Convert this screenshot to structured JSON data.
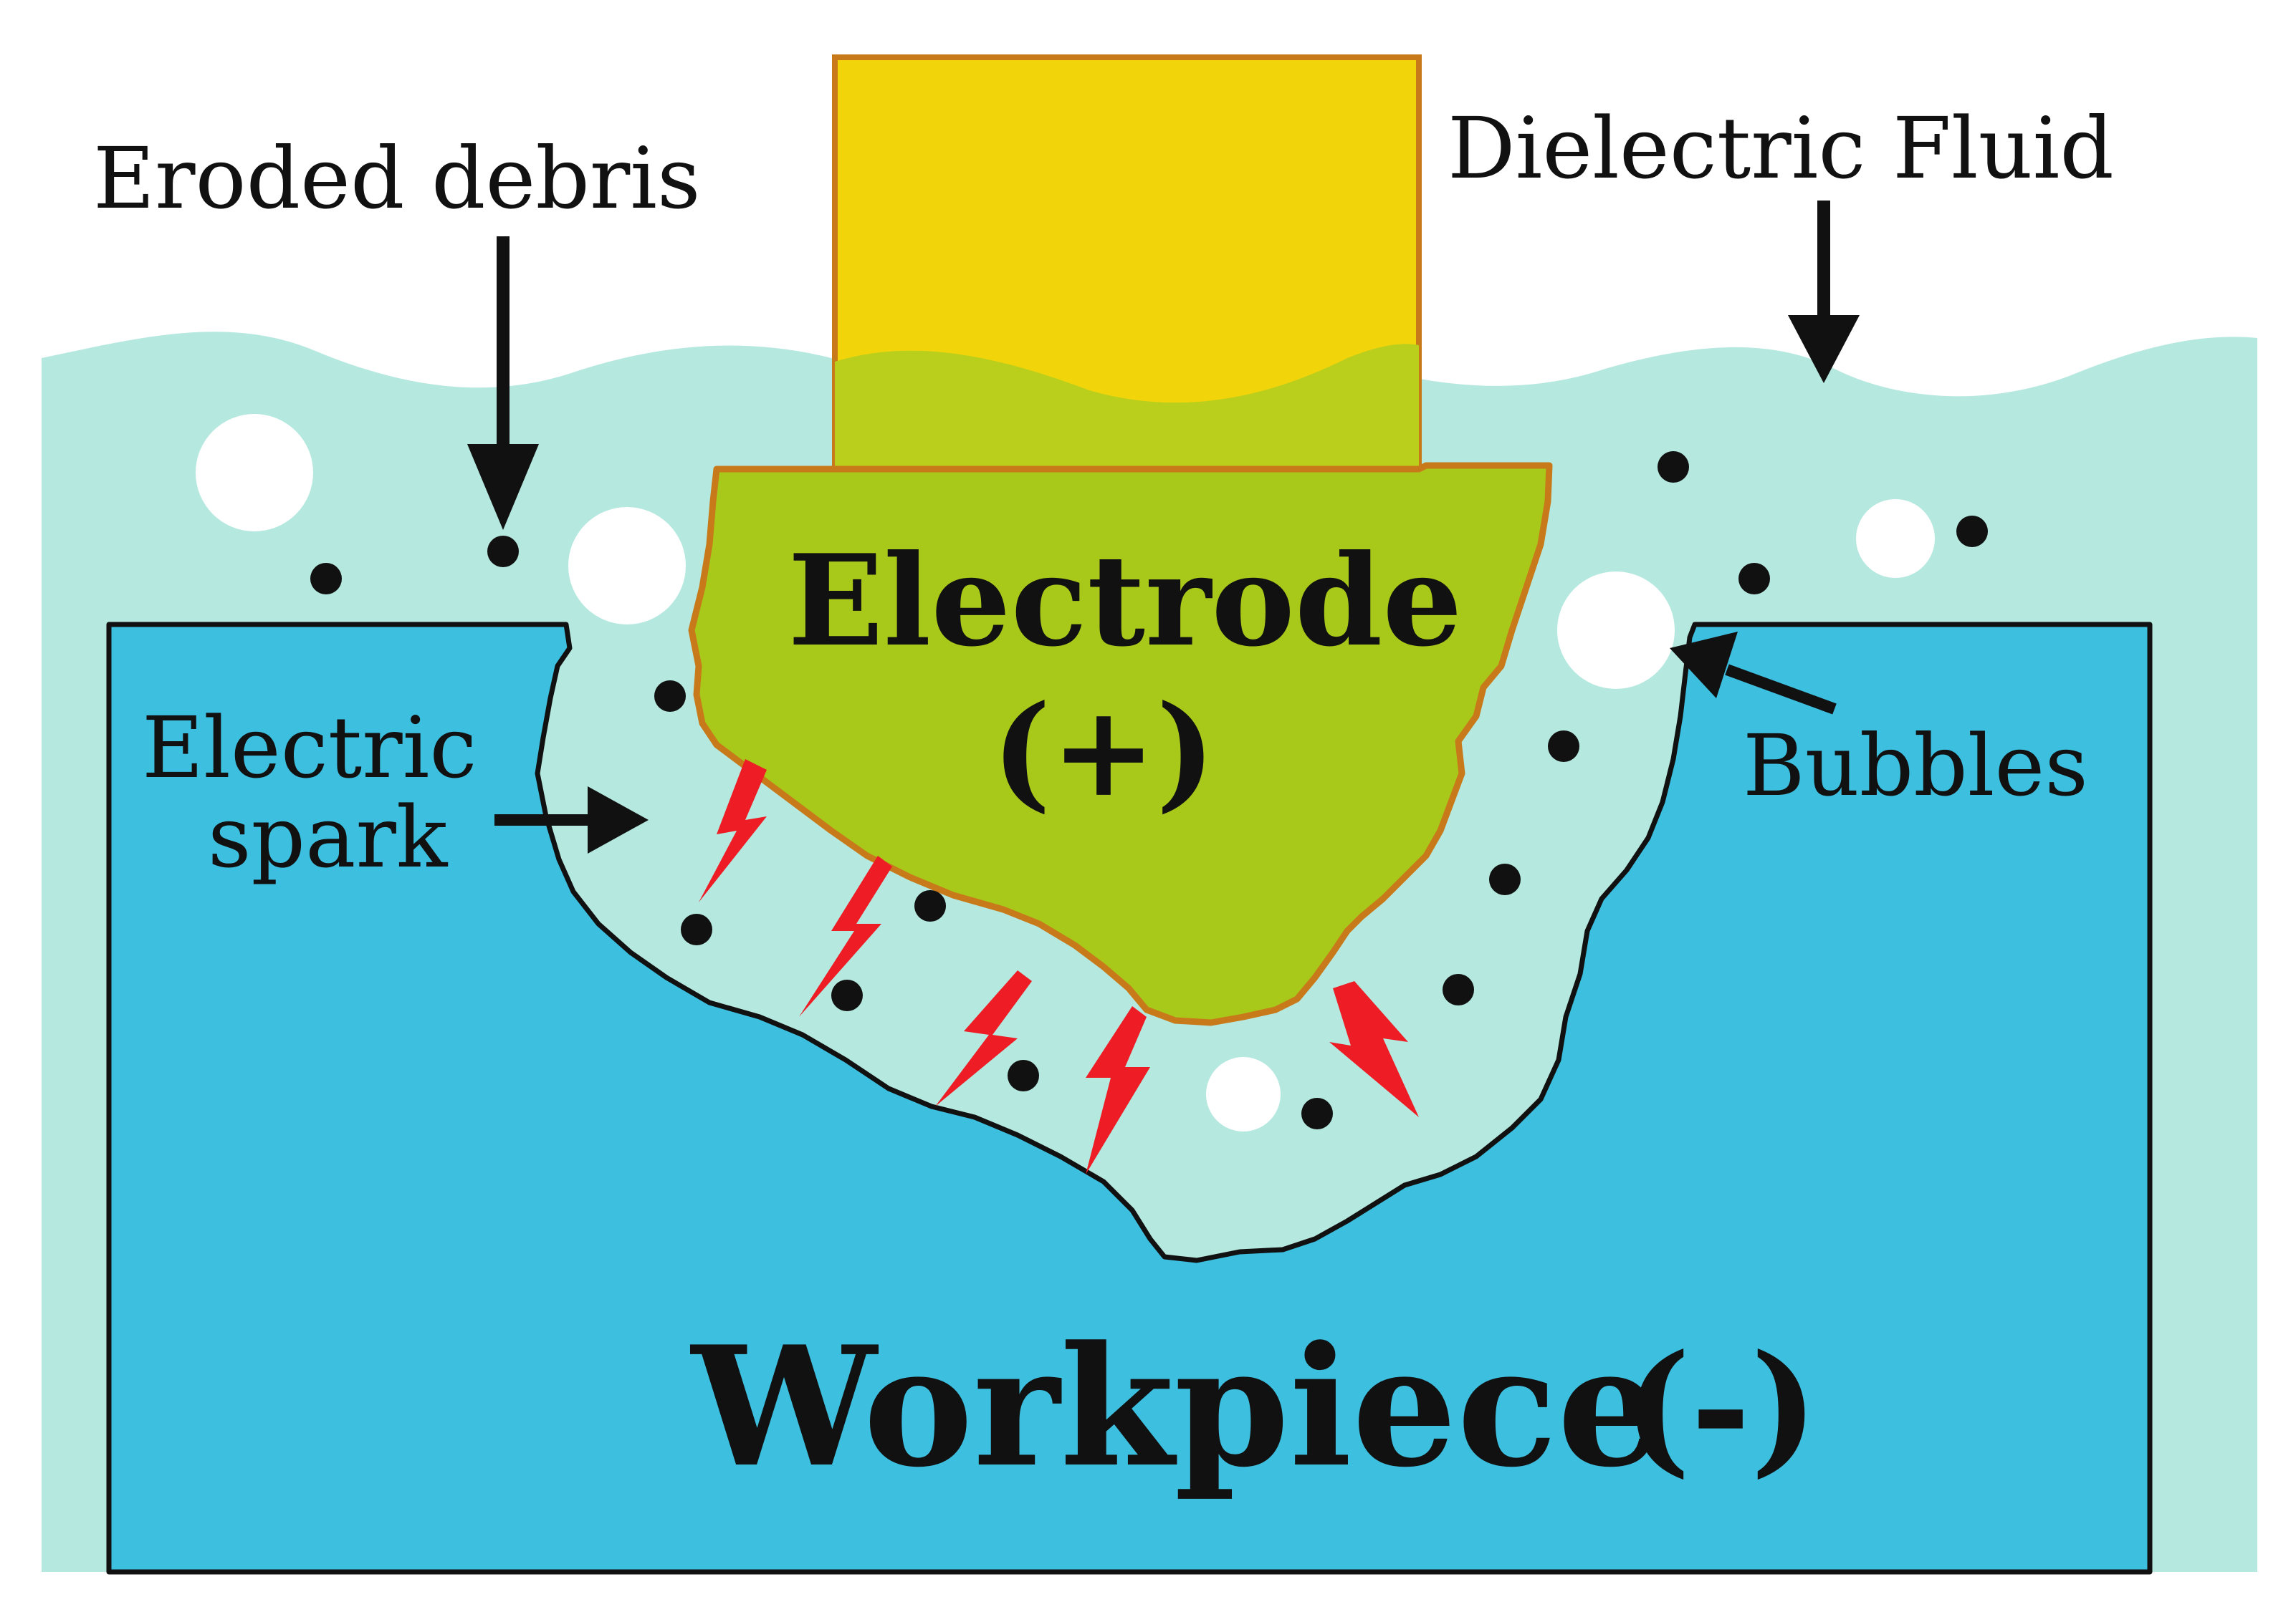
{
  "labels": {
    "eroded_debris": "Eroded debris",
    "dielectric_fluid": "Dielectric Fluid",
    "electrode": "Electrode",
    "electrode_polarity": "(+)",
    "electric": "Electric",
    "spark": "spark",
    "bubbles": "Bubbles",
    "workpiece": "Workpiece",
    "workpiece_polarity": "(-)"
  },
  "colors": {
    "fluid": "#b5e8df",
    "workpiece": "#3dbfe0",
    "electrode_top": "#f2d40a",
    "electrode_body": "#a8c81a",
    "electrode_outline": "#c87a1a",
    "spark": "#ee1c24",
    "debris": "#111111",
    "bubble": "#ffffff",
    "text": "#111111"
  }
}
